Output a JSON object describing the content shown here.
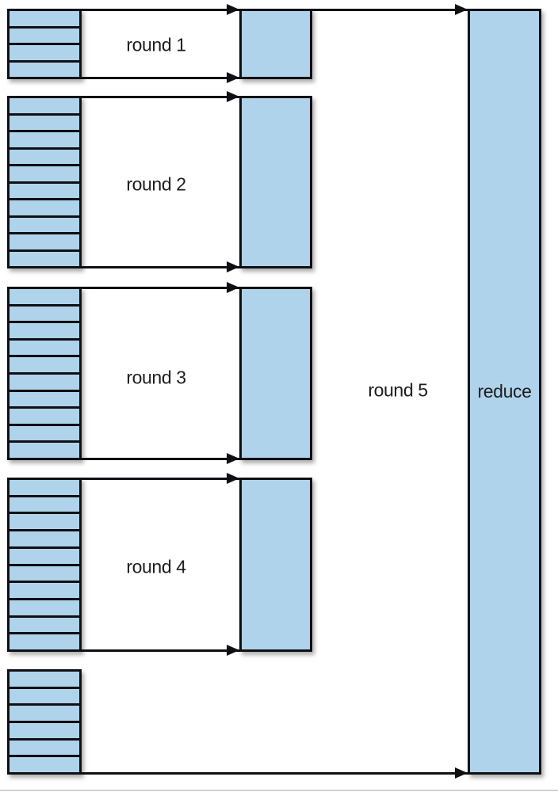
{
  "figure": {
    "description": "Merge rounds of sorted file segments feeding a final reduce",
    "rounds": [
      {
        "label": "round 1",
        "segments": 4
      },
      {
        "label": "round 2",
        "segments": 10
      },
      {
        "label": "round 3",
        "segments": 10
      },
      {
        "label": "round 4",
        "segments": 10
      }
    ],
    "leftover": {
      "segments": 6
    },
    "final_round_label": "round 5",
    "reduce_label": "reduce",
    "colors": {
      "box_fill": "#aed3ea",
      "stroke": "#101014",
      "text": "#1d1d1f"
    }
  }
}
